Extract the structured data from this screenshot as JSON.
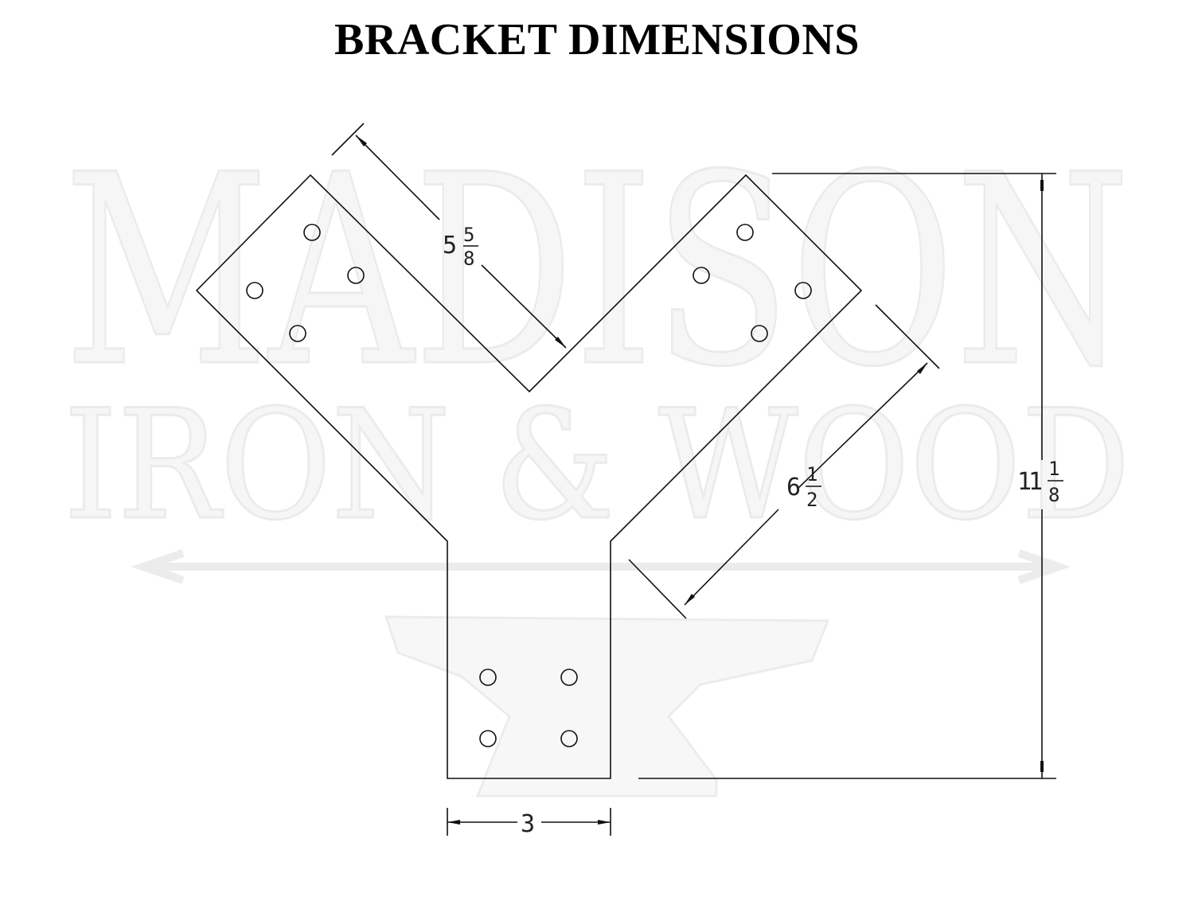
{
  "title": "BRACKET DIMENSIONS",
  "watermark": {
    "line1": "MADISON",
    "line2": "IRON & WOOD"
  },
  "dimensions": {
    "arm_width": {
      "whole": "5",
      "num": "5",
      "den": "8"
    },
    "arm_length": {
      "whole": "6",
      "num": "1",
      "den": "2"
    },
    "total_height": {
      "whole": "11",
      "num": "1",
      "den": "8"
    },
    "stem_width": {
      "whole": "3"
    }
  }
}
